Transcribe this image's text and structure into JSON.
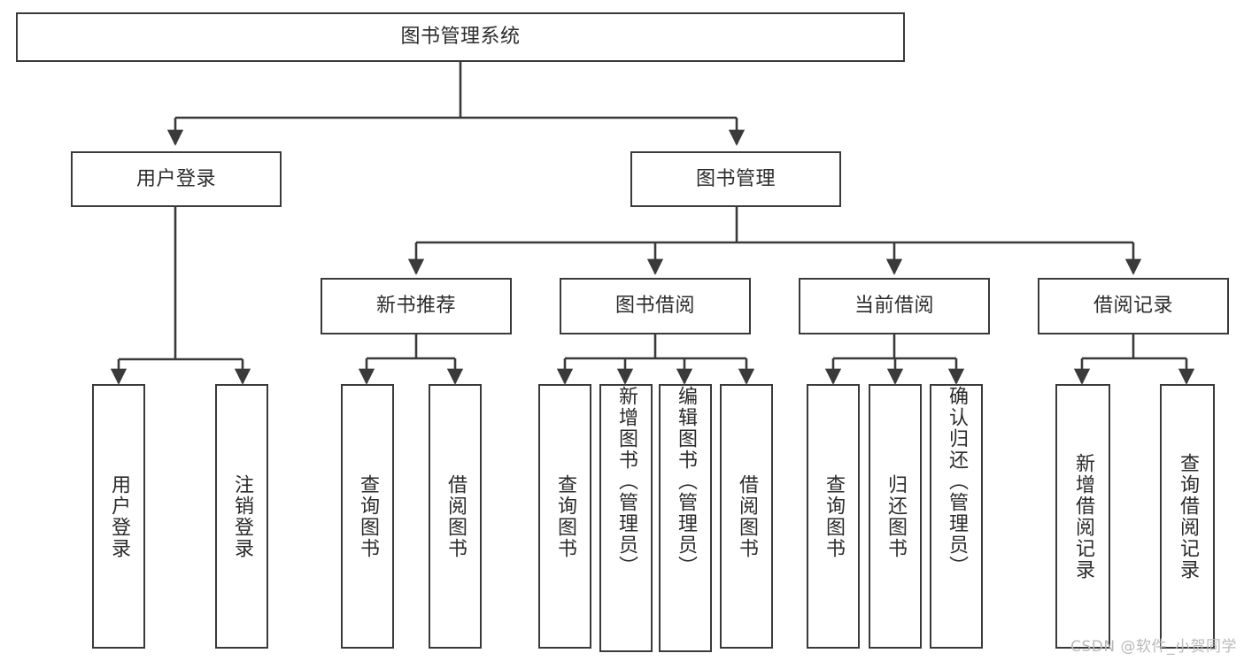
{
  "diagram": {
    "type": "tree-hierarchy",
    "title": "图书管理系统",
    "root": {
      "label": "图书管理系统"
    },
    "level2": [
      {
        "label": "用户登录"
      },
      {
        "label": "图书管理"
      }
    ],
    "level3": [
      {
        "label": "新书推荐"
      },
      {
        "label": "图书借阅"
      },
      {
        "label": "当前借阅"
      },
      {
        "label": "借阅记录"
      }
    ],
    "leaves": {
      "user_login": [
        {
          "label": "用户登录"
        },
        {
          "label": "注销登录"
        }
      ],
      "new_book_recommend": [
        {
          "label": "查询图书"
        },
        {
          "label": "借阅图书"
        }
      ],
      "book_borrow": [
        {
          "label": "查询图书"
        },
        {
          "label": "新增图书（管理员）"
        },
        {
          "label": "编辑图书（管理员）"
        },
        {
          "label": "借阅图书"
        }
      ],
      "current_borrow": [
        {
          "label": "查询图书"
        },
        {
          "label": "归还图书"
        },
        {
          "label": "确认归还（管理员）"
        }
      ],
      "borrow_record": [
        {
          "label": "新增借阅记录"
        },
        {
          "label": "查询借阅记录"
        }
      ]
    },
    "watermark": "CSDN @软件_小贺同学",
    "colors": {
      "stroke": "#3a3a3a",
      "fill": "#ffffff",
      "text": "#2b2b2b",
      "watermark": "#b9b9b9"
    }
  }
}
